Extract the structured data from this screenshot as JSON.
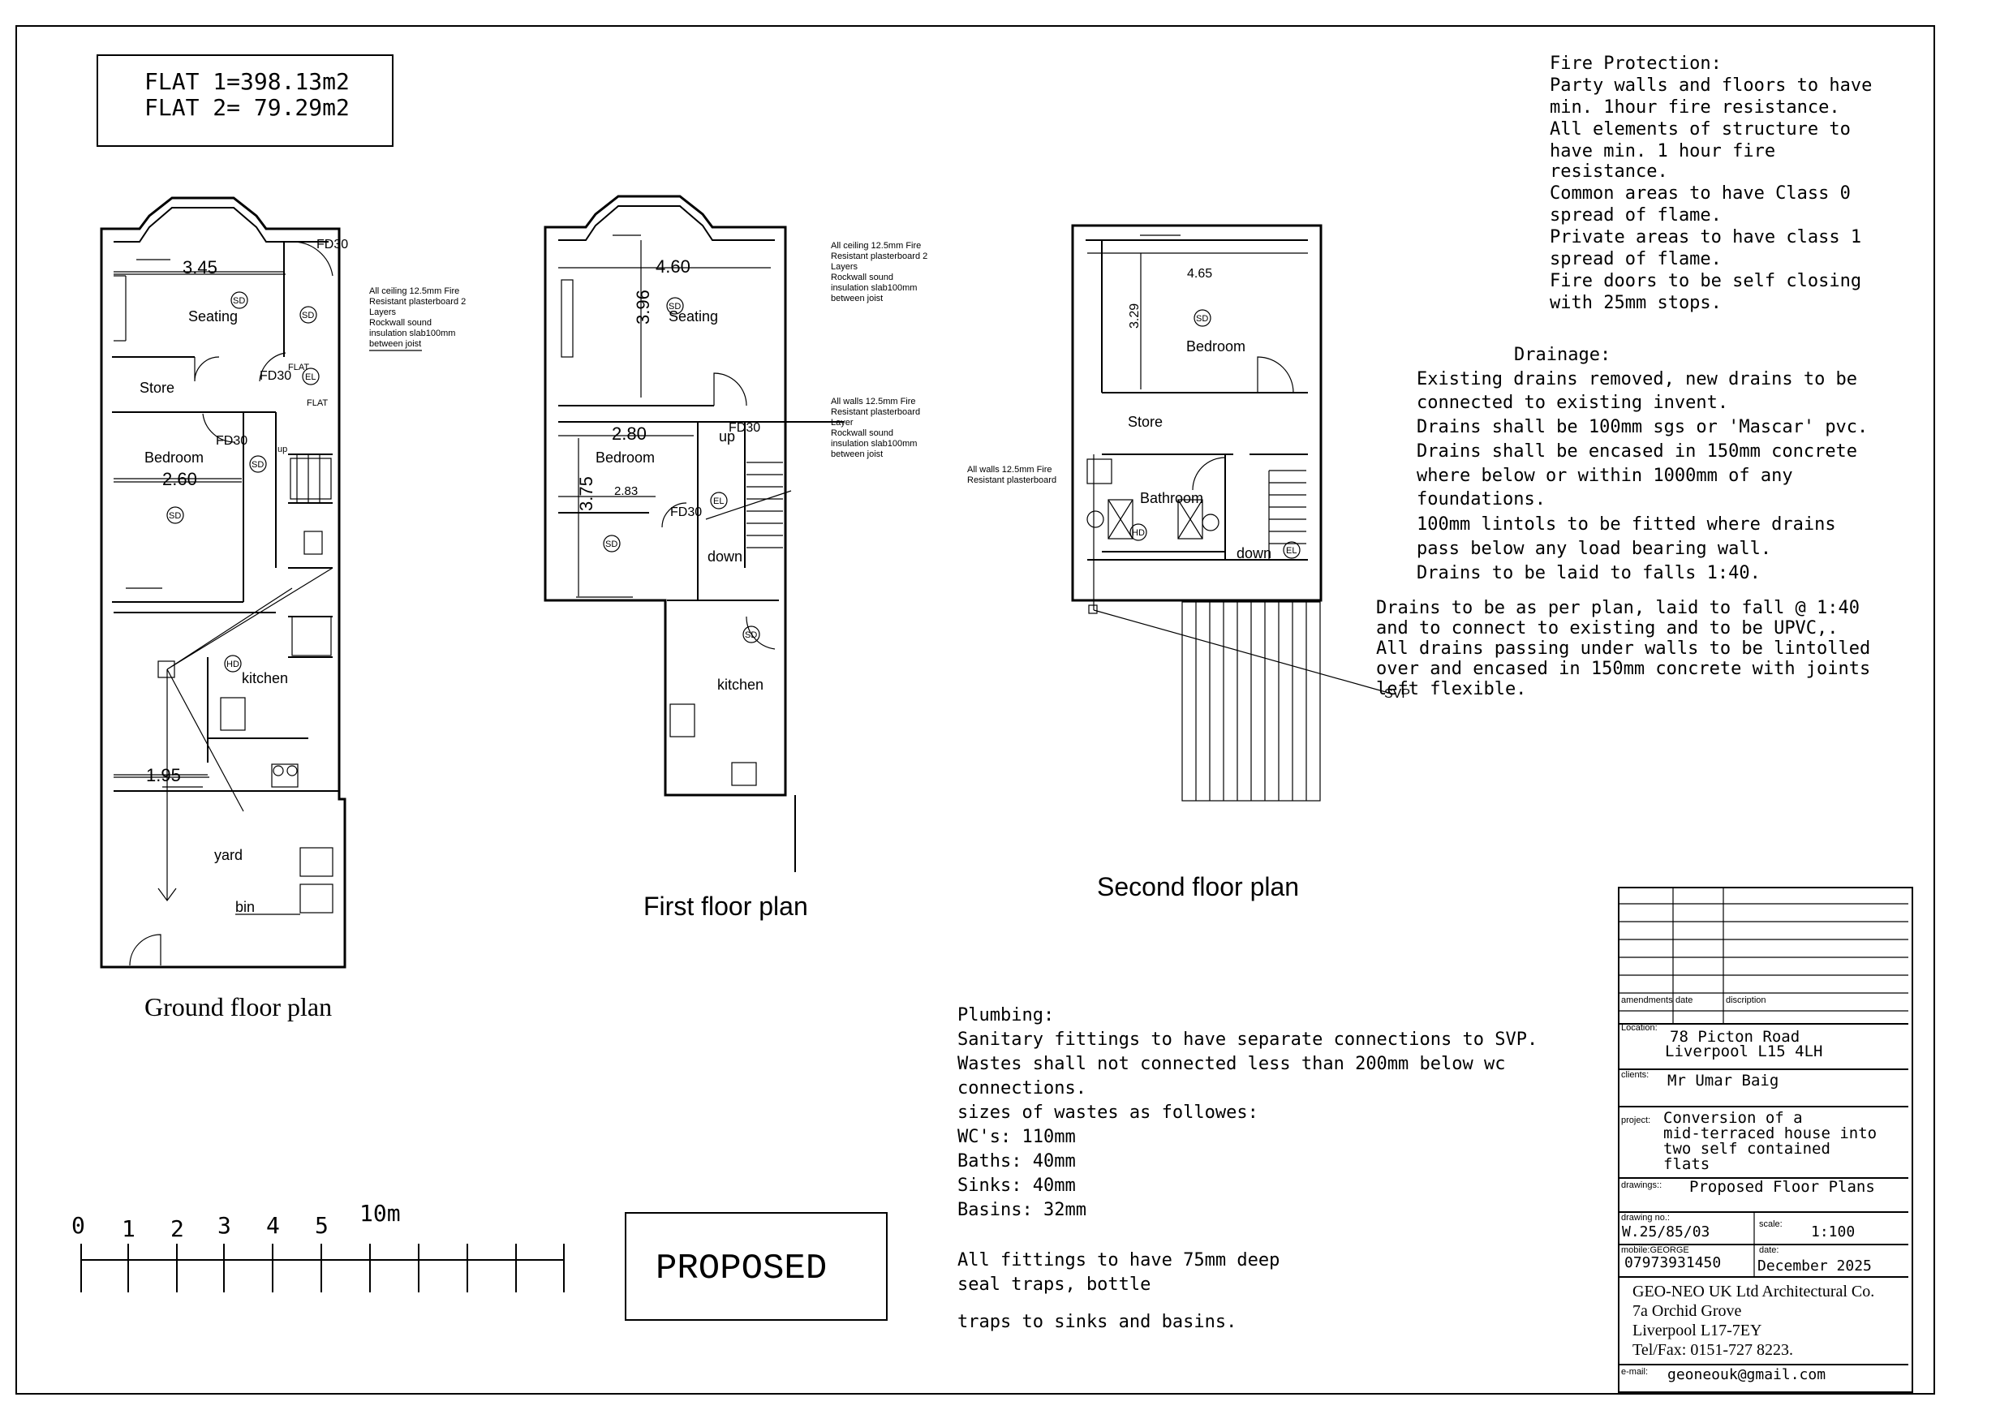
{
  "area_box": {
    "line1": "FLAT 1=398.13m2",
    "line2": "FLAT 2= 79.29m2"
  },
  "ground_floor": {
    "title": "Ground floor plan",
    "rooms": {
      "seating": "Seating",
      "store": "Store",
      "bedroom": "Bedroom",
      "kitchen": "kitchen",
      "yard": "yard",
      "bin": "bin"
    },
    "dims": {
      "seating_w": "3.45",
      "bedroom_w": "2.60",
      "yard_w": "1.95"
    },
    "doors": {
      "fd30_a": "FD30",
      "fd30_b": "FD30",
      "fd30_c": "FD30",
      "flat1": "FLAT",
      "flat2": "FLAT"
    },
    "symbols": {
      "sd": "SD",
      "el": "EL",
      "hd": "HD",
      "up": "up"
    },
    "note": [
      "All ceiling 12.5mm Fire",
      "Resistant plasterboard 2",
      "Layers",
      "Rockwall sound",
      "insulation slab100mm",
      "between joist"
    ]
  },
  "first_floor": {
    "title": "First floor plan",
    "rooms": {
      "seating": "Seating",
      "bedroom": "Bedroom",
      "kitchen": "kitchen"
    },
    "dims": {
      "seating_w": "4.60",
      "seating_d": "3.96",
      "bedroom_w": "2.80",
      "bedroom_d": "3.75",
      "bedroom_w2": "2.83"
    },
    "doors": {
      "fd30_a": "FD30",
      "fd30_b": "FD30"
    },
    "symbols": {
      "sd": "SD",
      "el": "EL",
      "up": "up",
      "down": "down"
    },
    "note_ceiling": [
      "All ceiling 12.5mm Fire",
      "Resistant plasterboard 2",
      "Layers",
      "Rockwall sound",
      "insulation slab100mm",
      "between joist"
    ],
    "note_walls": [
      "All walls 12.5mm Fire",
      "Resistant plasterboard",
      "Layer",
      "Rockwall sound",
      "insulation slab100mm",
      "between joist"
    ]
  },
  "second_floor": {
    "title": "Second floor plan",
    "rooms": {
      "bedroom": "Bedroom",
      "store": "Store",
      "bathroom": "Bathroom"
    },
    "dims": {
      "bedroom_w": "4.65",
      "bedroom_d": "3.29"
    },
    "symbols": {
      "sd": "SD",
      "el": "EL",
      "hd": "HD",
      "down": "down",
      "svp": "SVP"
    },
    "note_walls": [
      "All walls 12.5mm Fire",
      "Resistant plasterboard"
    ]
  },
  "fire_protection": {
    "lines": [
      "Fire Protection:",
      "Party walls and floors to have",
      "min. 1hour fire resistance.",
      "All elements of structure to",
      "have min. 1 hour fire",
      "resistance.",
      "Common areas to have Class 0",
      "spread of flame.",
      "Private areas to have class 1",
      "spread of flame.",
      "Fire doors to be self closing",
      "with 25mm stops."
    ]
  },
  "drainage": {
    "heading": "Drainage:",
    "lines": [
      "Existing drains removed, new drains to be",
      "connected to existing invent.",
      "Drains shall be 100mm sgs or 'Mascar' pvc.",
      "Drains shall be encased in 150mm concrete",
      "where below or within 1000mm of any",
      "foundations.",
      "100mm lintols to be fitted where drains",
      "pass below any load bearing wall.",
      "Drains to be laid to falls 1:40."
    ],
    "lines2": [
      "Drains to be as per plan, laid to fall @ 1:40",
      "and to connect to existing and to be UPVC,.",
      "All drains passing under walls to be lintolled",
      "over and encased in 150mm concrete with joints",
      "left flexible."
    ]
  },
  "plumbing": {
    "lines": [
      "Plumbing:",
      "Sanitary fittings to have separate connections to SVP.",
      "Wastes shall not connected less than 200mm below wc",
      "connections.",
      "sizes of wastes as followes:",
      "WC's:  110mm",
      "Baths:  40mm",
      "Sinks:  40mm",
      "Basins:   32mm"
    ],
    "lines2": [
      "All fittings to have 75mm deep",
      " seal traps, bottle",
      "",
      "traps to sinks and basins."
    ]
  },
  "scale_bar": {
    "ticks": [
      "0",
      "1",
      "2",
      "3",
      "4",
      "5"
    ],
    "end_label": "10m"
  },
  "stamp": "PROPOSED",
  "title_block": {
    "amendments_label": "amendments",
    "date_label": "date",
    "description_label": "discription",
    "location_label": "Location:",
    "location_1": "78 Picton Road",
    "location_2": "Liverpool L15 4LH",
    "clients_label": "clients:",
    "client": "Mr Umar Baig",
    "project_label": "project:",
    "project": [
      "Conversion of a",
      "mid-terraced house into",
      "two self contained",
      "flats"
    ],
    "drawings_label": "drawings::",
    "drawing_title": "Proposed Floor Plans",
    "drawing_no_label": "drawing no.:",
    "drawing_no": "W.25/85/03",
    "scale_label": "scale:",
    "scale": "1:100",
    "mobile_label": "mobile:GEORGE",
    "mobile": "07973931450",
    "date2_label": "date:",
    "date2": "December 2025",
    "company": [
      "GEO-NEO UK Ltd  Architectural Co.",
      "7a Orchid Grove",
      "Liverpool L17-7EY",
      "Tel/Fax: 0151-727 8223."
    ],
    "email_label": "e-mail:",
    "email": "geoneouk@gmail.com"
  }
}
